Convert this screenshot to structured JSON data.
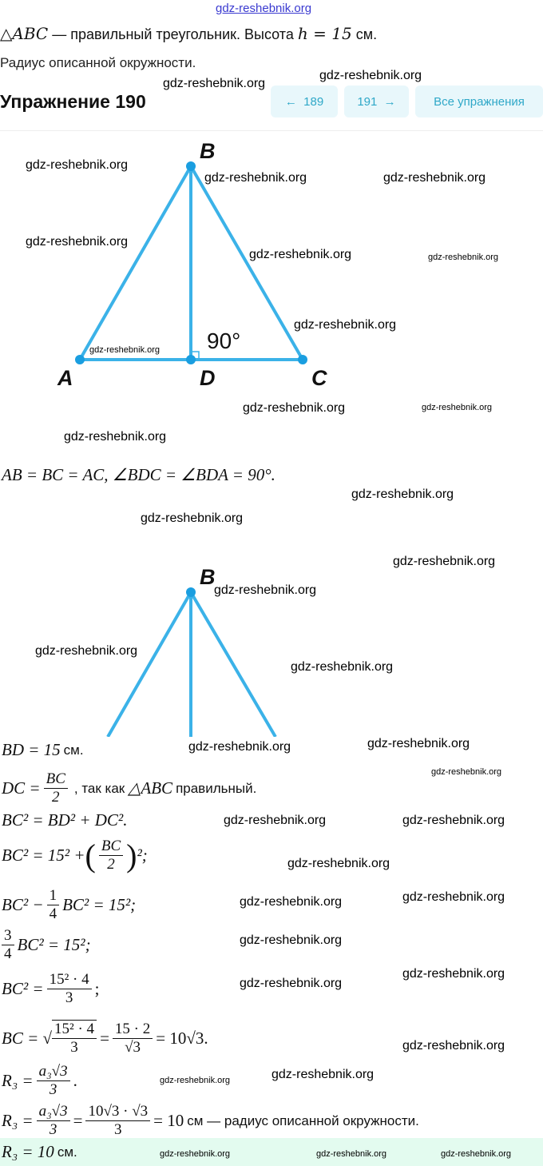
{
  "watermark": "gdz-reshebnik.org",
  "problem": {
    "given_math": "△ABC",
    "given_text": "— правильный треугольник. Высота",
    "given_h": "h = 15",
    "given_unit": "см.",
    "find": "Радиус описанной окружности."
  },
  "header": {
    "title": "Упражнение 190",
    "prev_label": "189",
    "next_label": "191",
    "all_label": "Все упражнения",
    "accent": "#2fa8c8"
  },
  "diagram1": {
    "B": "B",
    "A": "A",
    "D": "D",
    "C": "C",
    "angle": "90°",
    "color": "#3bb2e8"
  },
  "diagram2": {
    "B": "B"
  },
  "solution": {
    "l1": "AB = BC = AC, ∠BDC = ∠BDA = 90°.",
    "l2a": "BD = 15",
    "l2b": "см.",
    "l3a": "DC =",
    "l3n": "BC",
    "l3d": "2",
    "l3b": ", так как",
    "l3c": "△ABC",
    "l3e": "правильный.",
    "l4": "BC² = BD² + DC².",
    "l5a": "BC² = 15² +",
    "l5n": "BC",
    "l5d": "2",
    "l5b": "²;",
    "l6a": "BC² −",
    "l6n": "1",
    "l6d": "4",
    "l6b": "BC² = 15²;",
    "l7n": "3",
    "l7d": "4",
    "l7b": "BC² = 15²;",
    "l8a": "BC² =",
    "l8n": "15² · 4",
    "l8d": "3",
    "l8b": ";",
    "l9a": "BC = √",
    "l9n": "15² · 4",
    "l9d": "3",
    "l9b": "=",
    "l9n2": "15 · 2",
    "l9d2": "√3",
    "l9c": "= 10√3.",
    "l10a": "R₃ =",
    "l10n": "a₃√3",
    "l10d": "3",
    "l10b": ".",
    "l11a": "R₃ =",
    "l11n": "a₃√3",
    "l11d": "3",
    "l11b": "=",
    "l11n2": "10√3 · √3",
    "l11d2": "3",
    "l11c": "= 10",
    "l11t": "см — радиус описанной окружности."
  },
  "answer": {
    "math": "R₃ = 10",
    "unit": "см."
  }
}
